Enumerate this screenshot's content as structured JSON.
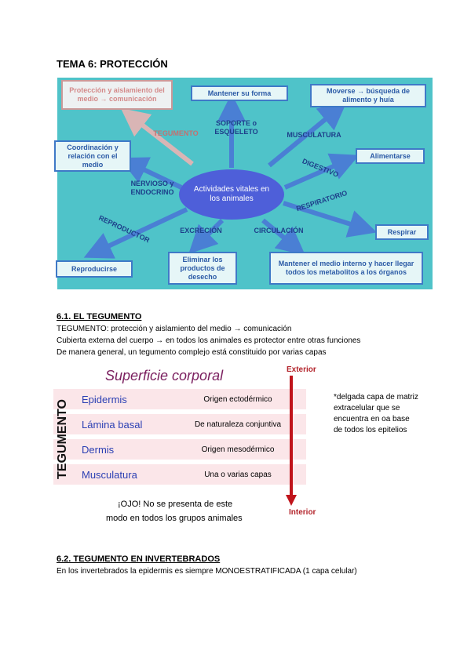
{
  "page_title": "TEMA 6: PROTECCIÓN",
  "slide": {
    "center_label": "Actividades vitales en los animales",
    "boxes": {
      "proteccion": "Protección y aislamiento del medio → comunicación",
      "forma": "Mantener su forma",
      "moverse": "Moverse → búsqueda de alimento y huía",
      "coordinacion": "Coordinación y relación con el medio",
      "alimentarse": "Alimentarse",
      "respirar": "Respirar",
      "reproducirse": "Reproducirse",
      "eliminar": "Eliminar los productos de desecho",
      "mantener_medio": "Mantener el medio interno y hacer llegar todos los metabolitos a los órganos"
    },
    "labels": {
      "tegumento": "TEGUMENTO",
      "soporte": "SOPORTE o ESQUELETO",
      "musculatura": "MUSCULATURA",
      "nervioso": "NERVIOSO y ENDOCRINO",
      "digestivo": "DIGESTIVO",
      "respiratorio": "RESPIRATORIO",
      "reproductor": "REPRODUCTOR",
      "excrecion": "EXCRECIÓN",
      "circulacion": "CIRCULACIÓN"
    }
  },
  "section1": {
    "heading": "6.1. EL TEGUMENTO",
    "lines": [
      "TEGUMENTO: protección y aislamiento del medio → comunicación",
      "Cubierta externa del cuerpo → en todos los animales es protector entre otras  funciones",
      "De manera general, un tegumento complejo está constituido por varias capas"
    ]
  },
  "figure": {
    "title": "Superficie corporal",
    "vertical_label": "TEGUMENTO",
    "exterior": "Exterior",
    "interior": "Interior",
    "layers": [
      {
        "name": "Epidermis",
        "desc": "Origen ectodérmico"
      },
      {
        "name": "Lámina basal",
        "desc": "De naturaleza conjuntiva"
      },
      {
        "name": "Dermis",
        "desc": "Origen mesodérmico"
      },
      {
        "name": "Musculatura",
        "desc": "Una o varias capas"
      }
    ],
    "warning_line1": "¡OJO! No se presenta de este",
    "warning_line2": "modo en todos los grupos animales",
    "note": "*delgada capa de matriz extracelular que se encuentra en oa base de todos los epitelios"
  },
  "section2": {
    "heading": "6.2. TEGUMENTO EN INVERTEBRADOS",
    "line": "En los invertebrados la epidermis es siempre MONOESTRATIFICADA (1 capa celular)"
  },
  "colors": {
    "slide_bg": "#4fc3c9",
    "center": "#4e5fd9",
    "arrow": "#4a7fd4",
    "figure_title": "#7a1e5e",
    "interior_arrow": "#c0141b"
  }
}
